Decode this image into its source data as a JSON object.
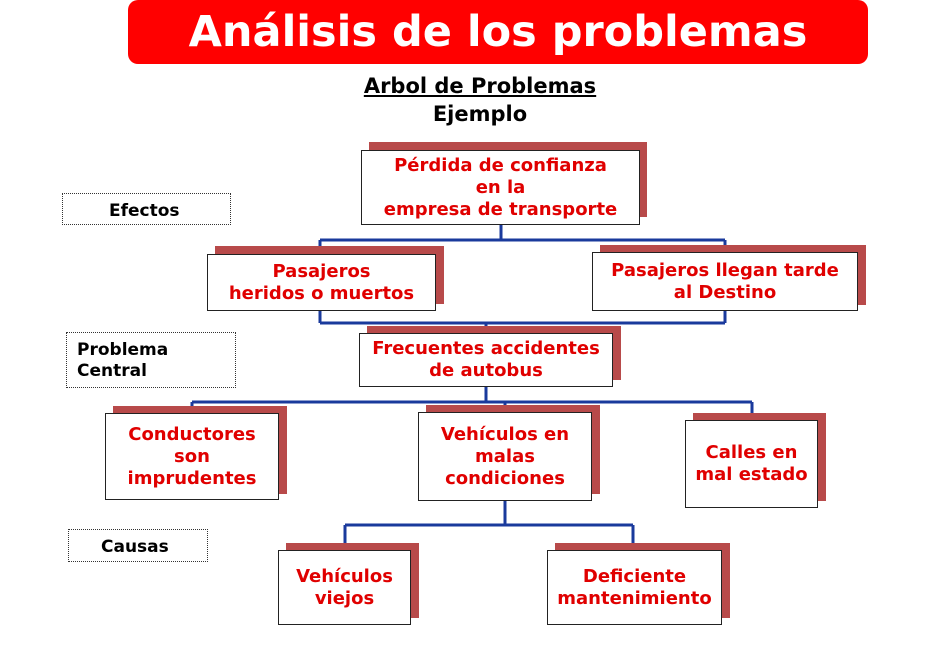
{
  "header": {
    "title": "Análisis de los problemas",
    "subtitle": "Arbol de Problemas",
    "example": "Ejemplo"
  },
  "side_labels": {
    "effects": "Efectos",
    "central_line1": "Problema",
    "central_line2": "Central",
    "causes": "Causas"
  },
  "tree": {
    "effect_top": [
      "Pérdida de confianza",
      "en la",
      "empresa de transporte"
    ],
    "effect_left": [
      "Pasajeros",
      "heridos o muertos"
    ],
    "effect_right": [
      "Pasajeros llegan tarde",
      "al Destino"
    ],
    "central": [
      "Frecuentes accidentes",
      "de autobus"
    ],
    "cause_left": [
      "Conductores",
      "son",
      "imprudentes"
    ],
    "cause_middle": [
      "Vehículos en",
      "malas",
      "condiciones"
    ],
    "cause_right": [
      "Calles en",
      "mal estado"
    ],
    "subcause_left": [
      "Vehículos",
      "viejos"
    ],
    "subcause_right": [
      "Deficiente",
      "mantenimiento"
    ]
  },
  "colors": {
    "banner": "#ff0000",
    "node_text": "#e00000",
    "shadow": "#b84a4a",
    "connector": "#1a3a9c"
  }
}
